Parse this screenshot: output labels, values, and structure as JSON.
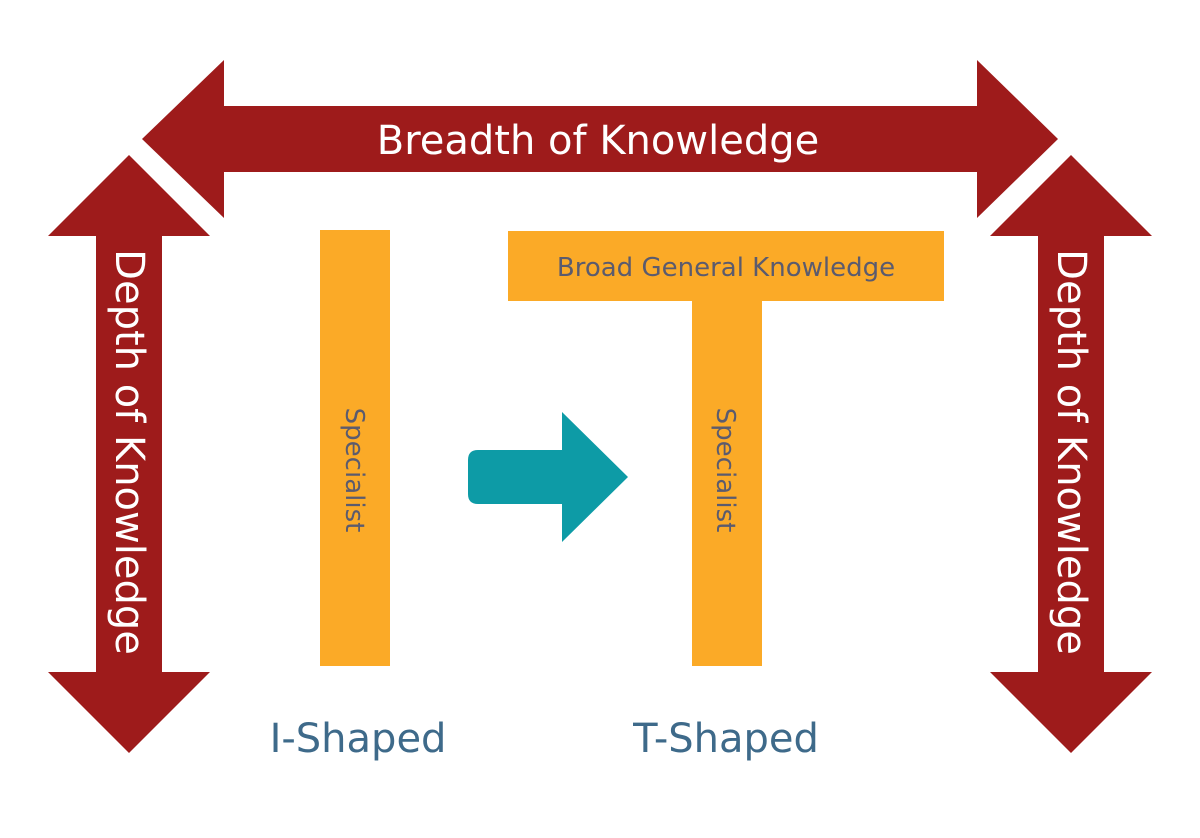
{
  "diagram": {
    "breadth_label": "Breadth of Knowledge",
    "depth_label_left": "Depth of Knowledge",
    "depth_label_right": "Depth of Knowledge",
    "i_shape": {
      "bar_label": "Specialist",
      "caption": "I-Shaped"
    },
    "t_shape": {
      "top_label": "Broad General Knowledge",
      "stem_label": "Specialist",
      "caption": "T-Shaped"
    },
    "colors": {
      "arrow_red": "#9e1b1b",
      "bar_orange": "#fbaa27",
      "transition_teal": "#0d9ba6",
      "caption_blue": "#3e6a8a",
      "bar_text": "#5b5b6e"
    }
  }
}
